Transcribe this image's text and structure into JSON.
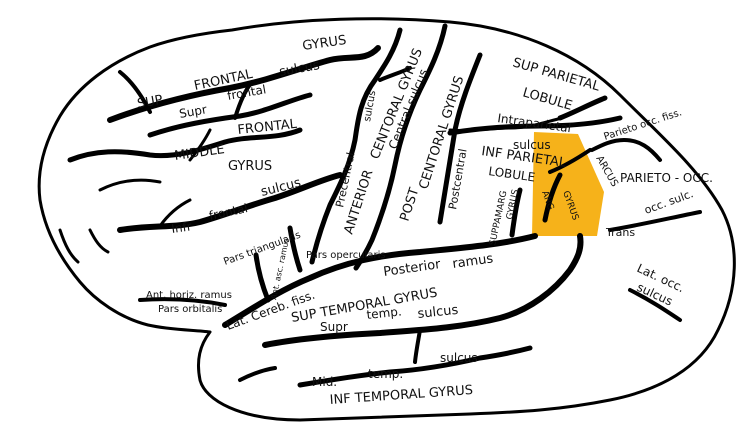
{
  "highlight": {
    "name": "angular gyrus",
    "color": "#f6b21a"
  },
  "colors": {
    "outline": "#000000",
    "background": "#ffffff",
    "text": "#111111"
  },
  "labels": {
    "gyrus_top": "GYRUS",
    "sup": "SUP",
    "frontal_1": "FRONTAL",
    "sulcus_1": "sulcus",
    "supr_1": "Supr",
    "frontal_2": "frontal",
    "middle": "MIDDLE",
    "frontal_3": "FRONTAL",
    "gyrus_mid": "GYRUS",
    "infr": "Infr",
    "frontal_4": "frontal",
    "sulcus_2": "sulcus",
    "sulcus_vert": "sulcus",
    "precentral": "Precentral",
    "anterior": "ANTERIOR",
    "centoral_gyrus": "CENTORAL GYRUS",
    "central_sulcus": "Central sulcus",
    "centoral_gyrus_2": "CENTORAL GYRUS",
    "post": "POST",
    "postcentral": "Postcentral",
    "sup_parietal": "SUP PARIETAL",
    "lobule_1": "LOBULE",
    "intraparietal": "Intraparietal",
    "sulcus_3": "sulcus",
    "inf_parietal": "INF PARIETAL",
    "lobule_2": "LOBULE",
    "parieto_occ_fiss": "Parieto occ. fiss.",
    "arcus": "ARCUS",
    "parieto_occ": "PARIETO - OCC.",
    "trans": "Trans",
    "occ_sulc": "occ. sulc.",
    "suppramarg": "SUPPAMARG",
    "gyrus_small": "GYRUS",
    "ang": "ANG",
    "gyrus_ang": "GYRUS",
    "pars_triangularis": "Pars triangularis",
    "ant_asc_ramus": "Ant. asc. ramus",
    "pars_opercularis": "Pars opercularis",
    "ant_horiz_ramus": "Ant. horiz. ramus",
    "pars_orbitalis": "Pars orbitalis",
    "lat_cereb_fiss": "Lat. Cereb. fiss.",
    "posterior": "Posterior",
    "ramus": "ramus",
    "sup_temporal_gyrus": "SUP TEMPORAL GYRUS",
    "supr_2": "Supr",
    "temp_1": "temp.",
    "sulcus_4": "sulcus",
    "lat_occ": "Lat. occ.",
    "sulcus_5": "sulcus",
    "mid": "Mid.",
    "temp_2": "temp.",
    "sulcus_6": "sulcus",
    "inf_temporal_gyrus": "INF TEMPORAL GYRUS"
  }
}
